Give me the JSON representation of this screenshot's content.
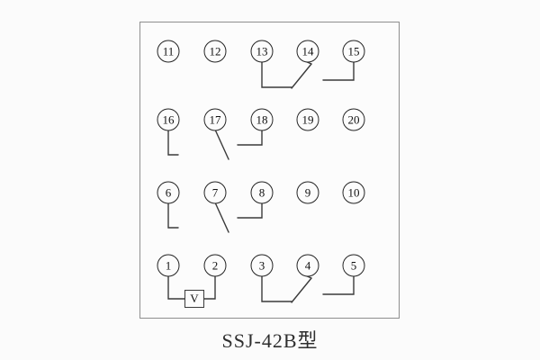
{
  "caption": "SSJ-42B型",
  "panel": {
    "rows": [
      {
        "terminals": [
          "11",
          "12",
          "13",
          "14",
          "15"
        ]
      },
      {
        "terminals": [
          "16",
          "17",
          "18",
          "19",
          "20"
        ]
      },
      {
        "terminals": [
          "6",
          "7",
          "8",
          "9",
          "10"
        ]
      },
      {
        "terminals": [
          "1",
          "2",
          "3",
          "4",
          "5"
        ]
      }
    ],
    "voltmeter_label": "V",
    "colors": {
      "wire": "#3a3a3a",
      "terminal_outline": "#232323",
      "panel_border": "#8f8f8f",
      "background": "#fbfbfb"
    }
  }
}
